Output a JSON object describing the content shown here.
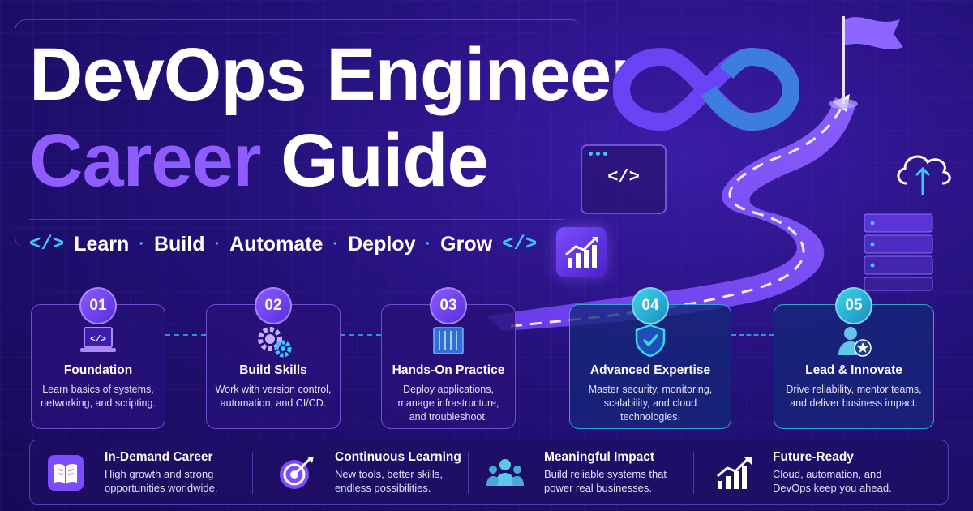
{
  "title": {
    "line1": "DevOps Engineer",
    "line2_accent": "Career",
    "line2_rest": "Guide"
  },
  "tagline": {
    "items": [
      "Learn",
      "Build",
      "Automate",
      "Deploy",
      "Grow"
    ],
    "separator": "·",
    "code_glyph": "</>"
  },
  "decor": {
    "code_window_glyph": "</>",
    "icons": [
      "infinity-icon",
      "flag-icon",
      "code-window-icon",
      "growth-chart-icon",
      "cloud-upload-icon",
      "server-rack-icon",
      "road-path"
    ]
  },
  "steps": [
    {
      "number": "01",
      "title": "Foundation",
      "desc": "Learn basics of systems, networking, and scripting.",
      "icon": "laptop-code-icon"
    },
    {
      "number": "02",
      "title": "Build Skills",
      "desc": "Work with version control, automation, and CI/CD.",
      "icon": "gears-icon"
    },
    {
      "number": "03",
      "title": "Hands-On Practice",
      "desc": "Deploy applications, manage infrastructure, and troubleshoot.",
      "icon": "container-icon"
    },
    {
      "number": "04",
      "title": "Advanced Expertise",
      "desc": "Master security, monitoring, scalability, and cloud technologies.",
      "icon": "shield-check-icon"
    },
    {
      "number": "05",
      "title": "Lead & Innovate",
      "desc": "Drive reliability, mentor teams, and deliver business impact.",
      "icon": "leader-star-icon"
    }
  ],
  "benefits": [
    {
      "title": "In-Demand Career",
      "desc": "High growth and strong opportunities worldwide.",
      "icon": "book-icon"
    },
    {
      "title": "Continuous Learning",
      "desc": "New tools, better skills, endless possibilities.",
      "icon": "target-icon"
    },
    {
      "title": "Meaningful Impact",
      "desc": "Build reliable systems that power real businesses.",
      "icon": "team-icon"
    },
    {
      "title": "Future-Ready",
      "desc": "Cloud, automation, and DevOps keep you ahead.",
      "icon": "trend-up-icon"
    }
  ],
  "colors": {
    "background": "#1f0f6e",
    "accent_purple": "#8f5cff",
    "accent_cyan": "#39c8ff",
    "teal_badge": "#3fd4e6"
  }
}
